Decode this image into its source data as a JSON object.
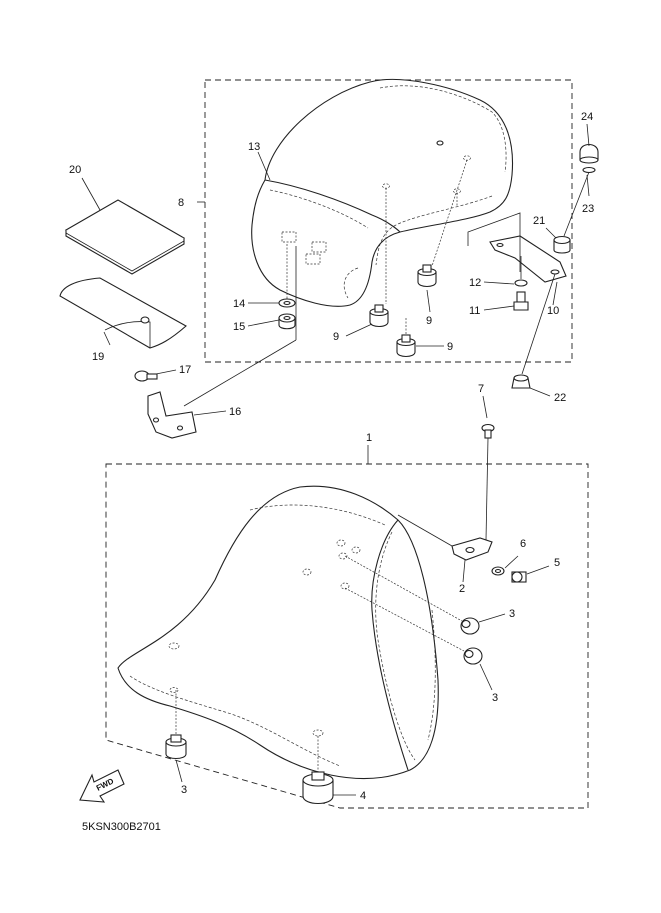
{
  "diagram": {
    "code": "5KSN300B2701",
    "fwd_label": "FWD",
    "labels": {
      "p1": "1",
      "p2": "2",
      "p3a": "3",
      "p3b": "3",
      "p3c": "3",
      "p4": "4",
      "p5": "5",
      "p6": "6",
      "p7": "7",
      "p8": "8",
      "p9a": "9",
      "p9b": "9",
      "p9c": "9",
      "p10": "10",
      "p11": "11",
      "p12": "12",
      "p13": "13",
      "p14": "14",
      "p15": "15",
      "p16": "16",
      "p17": "17",
      "p19": "19",
      "p20": "20",
      "p21": "21",
      "p22": "22",
      "p23": "23",
      "p24": "24"
    }
  }
}
